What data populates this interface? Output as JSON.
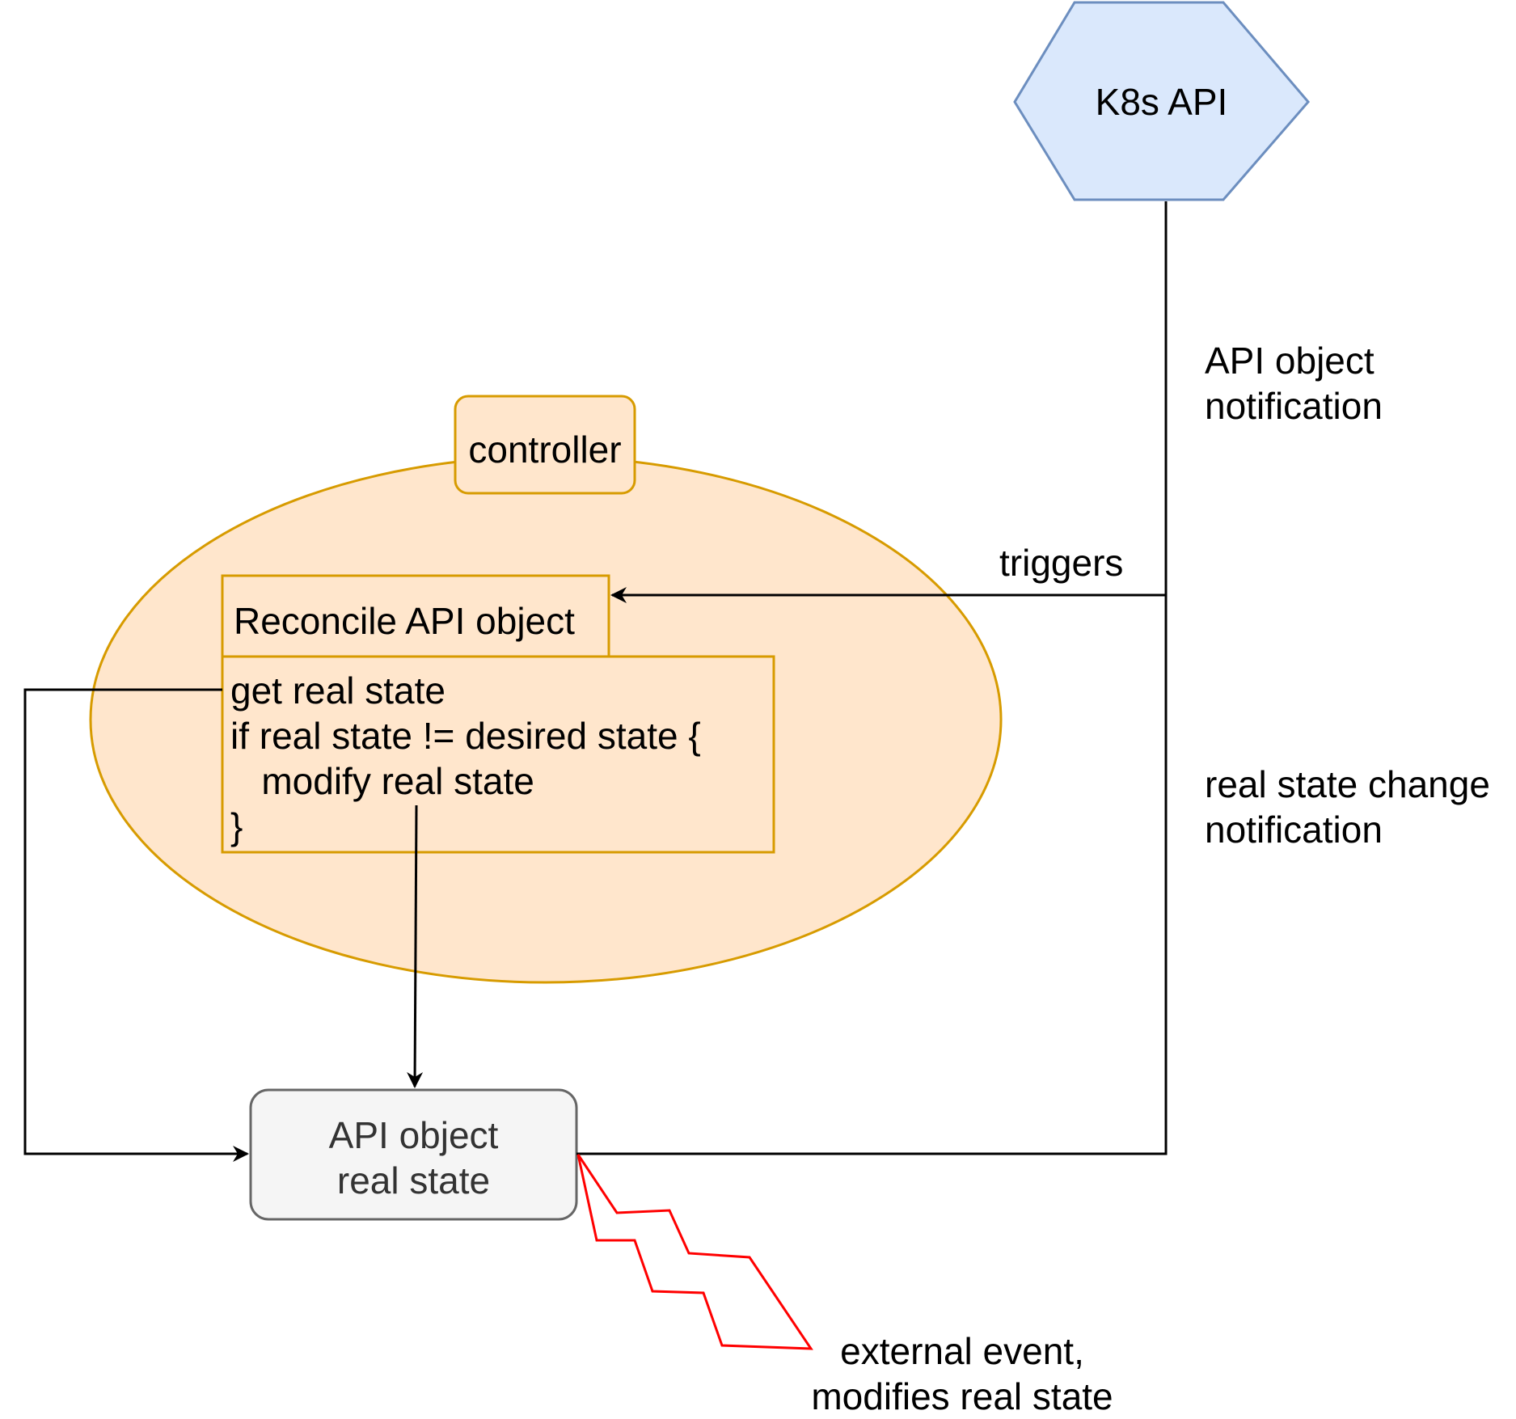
{
  "nodes": {
    "k8s_api": {
      "label": "K8s API",
      "fill": "#dae8fc",
      "stroke": "#6c8ebf"
    },
    "controller": {
      "label": "controller",
      "fill": "#ffe6cc",
      "stroke": "#d79b00"
    },
    "reconcile": {
      "title": "Reconcile API object",
      "lines": [
        "get real state",
        "if real state != desired state {",
        "   modify real state",
        "}"
      ]
    },
    "api_object": {
      "line1": "API object",
      "line2": "real state",
      "fill": "#f5f5f5",
      "stroke": "#666666"
    }
  },
  "edge_labels": {
    "api_object_notification": {
      "line1": "API object",
      "line2": "notification"
    },
    "triggers": "triggers",
    "real_state_change": {
      "line1": "real state change",
      "line2": "notification"
    },
    "external_event": {
      "line1": "external event,",
      "line2": "modifies real state"
    }
  },
  "colors": {
    "edge": "#000000",
    "lightning": "#ff0000"
  }
}
